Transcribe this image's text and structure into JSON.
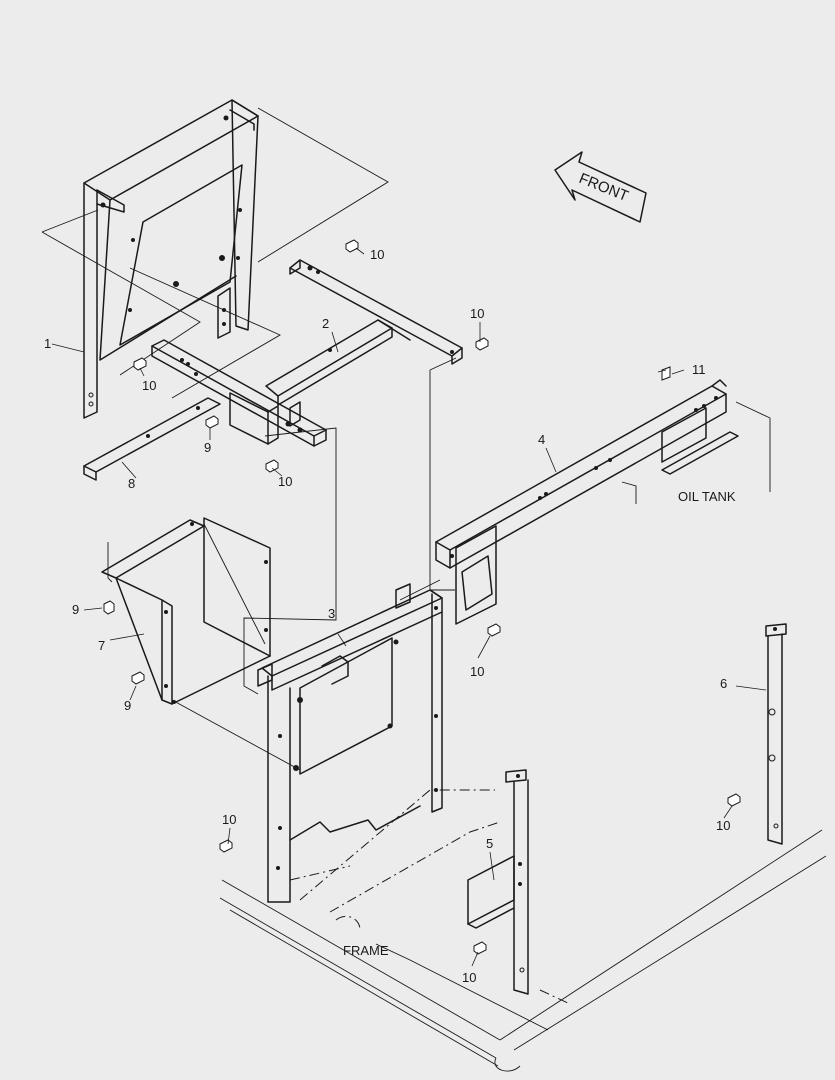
{
  "front_arrow": "FRONT",
  "text_labels": {
    "oil_tank": "OIL TANK",
    "frame": "FRAME"
  },
  "part_callouts": [
    "1",
    "2",
    "3",
    "4",
    "5",
    "6",
    "7",
    "8",
    "9",
    "10",
    "11"
  ],
  "bolt_callouts": {
    "b10a": "10",
    "b10b": "10",
    "b10c": "10",
    "b10d": "10",
    "b10e": "10",
    "b10f": "10",
    "b10g": "10",
    "b10h": "10",
    "b9a": "9",
    "b9b": "9",
    "b9c": "9",
    "b11": "11"
  }
}
